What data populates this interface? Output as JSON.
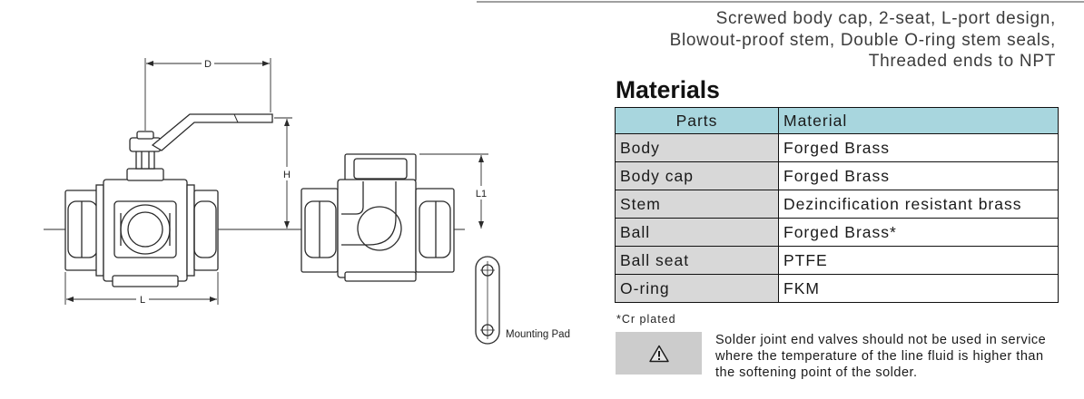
{
  "description": {
    "lines": [
      "Screwed body cap, 2-seat, L-port design,",
      "Blowout-proof stem, Double O-ring stem seals,",
      "Threaded ends to NPT"
    ]
  },
  "materials": {
    "heading": "Materials",
    "columns": {
      "parts": "Parts",
      "material": "Material"
    },
    "rows": [
      {
        "part": "Body",
        "material": "Forged Brass"
      },
      {
        "part": "Body cap",
        "material": "Forged Brass"
      },
      {
        "part": "Stem",
        "material": "Dezincification resistant brass"
      },
      {
        "part": "Ball",
        "material": "Forged Brass*"
      },
      {
        "part": "Ball seat",
        "material": "PTFE"
      },
      {
        "part": "O-ring",
        "material": "FKM"
      }
    ],
    "footnote": "*Cr plated"
  },
  "warning": {
    "icon": "warning-triangle-icon",
    "lines": [
      "Solder joint end valves should not be used in service",
      "where the temperature of the line fluid is higher than",
      "the softening point of the solder."
    ]
  },
  "drawing": {
    "dimension_labels": {
      "d": "D",
      "h": "H",
      "l": "L",
      "l1": "L1"
    },
    "mounting_pad_label": "Mounting Pad"
  },
  "colors": {
    "table_header_bg": "#a8d6de",
    "parts_column_bg": "#d8d8d8",
    "warning_box_bg": "#cccccc",
    "table_border": "#111111"
  }
}
